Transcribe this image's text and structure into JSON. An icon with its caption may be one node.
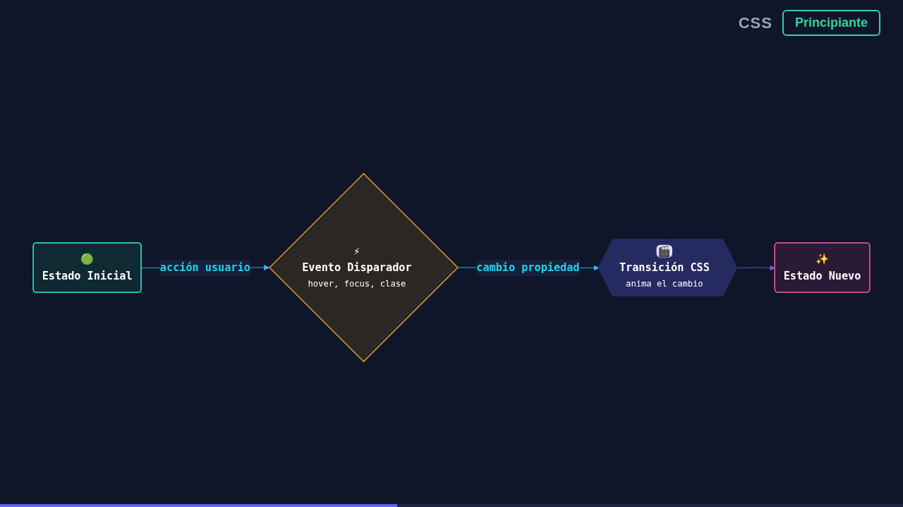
{
  "diagram": {
    "nodes": [
      {
        "text": [
          "🟢",
          "Estado Inicial"
        ]
      },
      {
        "text": [
          "⚡",
          "Evento Disparador",
          "hover, focus, clase"
        ]
      },
      {
        "text": [
          "🎬",
          "Transición CSS",
          "anima el cambio"
        ]
      },
      {
        "text": [
          "✨",
          "Estado Nuevo"
        ]
      }
    ],
    "edges": [
      {
        "from": 0,
        "to": 1,
        "arrow": "to",
        "label": "acción usuario"
      },
      {
        "from": 1,
        "to": 2,
        "arrow": "to",
        "label": "cambio propiedad"
      },
      {
        "from": 2,
        "to": 3,
        "arrow": "to",
        "color": "#7c5ce0"
      }
    ],
    "labels": [
      "CSS",
      "Principiante"
    ]
  }
}
